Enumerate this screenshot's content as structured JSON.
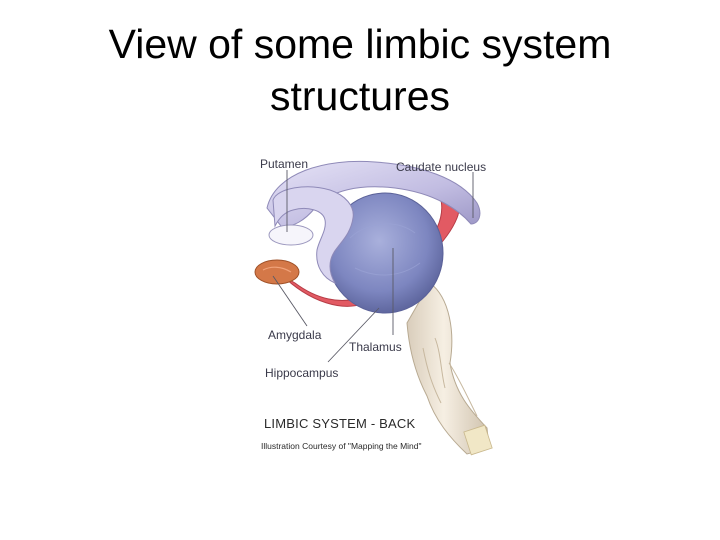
{
  "slide": {
    "title_line1": "View of some limbic system",
    "title_line2": "structures"
  },
  "illustration": {
    "labels": {
      "putamen": "Putamen",
      "caudate": "Caudate nucleus",
      "amygdala": "Amygdala",
      "thalamus": "Thalamus",
      "hippocampus": "Hippocampus"
    },
    "caption": "LIMBIC SYSTEM - BACK",
    "credit": "Illustration Courtesy of \"Mapping the Mind\"",
    "colors": {
      "caudate_putamen": "#c8c4e6",
      "thalamus": "#8a92c8",
      "hippocampus": "#e05a62",
      "amygdala": "#d67a4a",
      "brainstem": "#efe6d8"
    }
  }
}
